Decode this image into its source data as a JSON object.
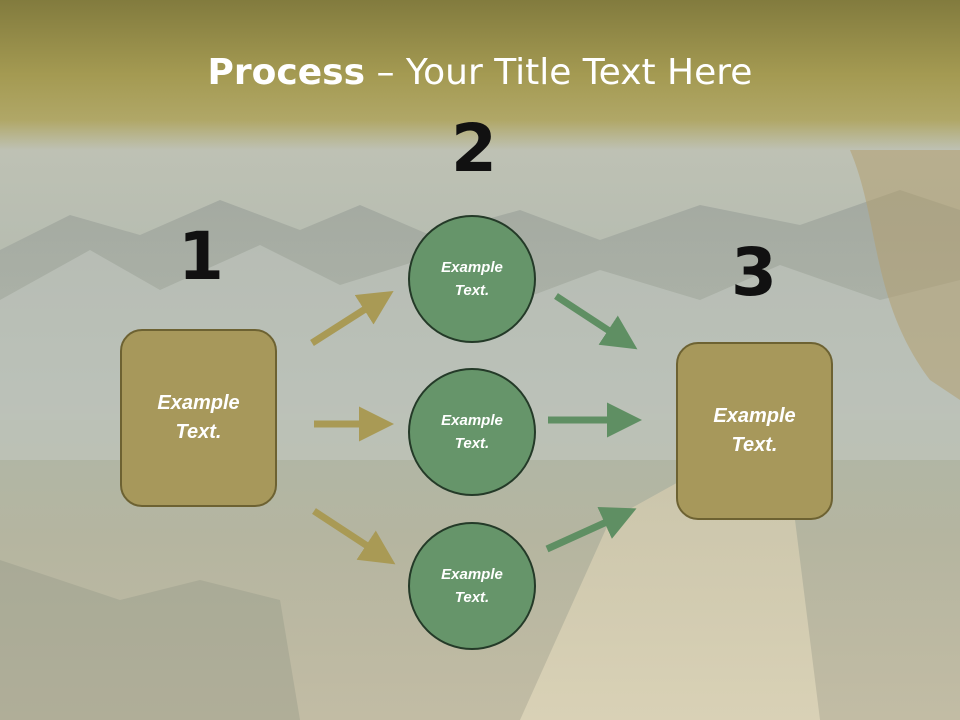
{
  "slide": {
    "title_bold": "Process",
    "title_rest": " – Your Title Text Here"
  },
  "numbers": [
    "1",
    "2",
    "3"
  ],
  "left_box": {
    "text": "Example\nText."
  },
  "circles": [
    {
      "text": "Example\nText."
    },
    {
      "text": "Example\nText."
    },
    {
      "text": "Example\nText."
    }
  ],
  "right_box": {
    "text": "Example\nText."
  },
  "colors": {
    "title_band": "#a49a52",
    "box_fill": "#a7985b",
    "circle_fill": "#66956a",
    "arrow_left": "#a99a55",
    "arrow_right": "#5f8f63"
  }
}
